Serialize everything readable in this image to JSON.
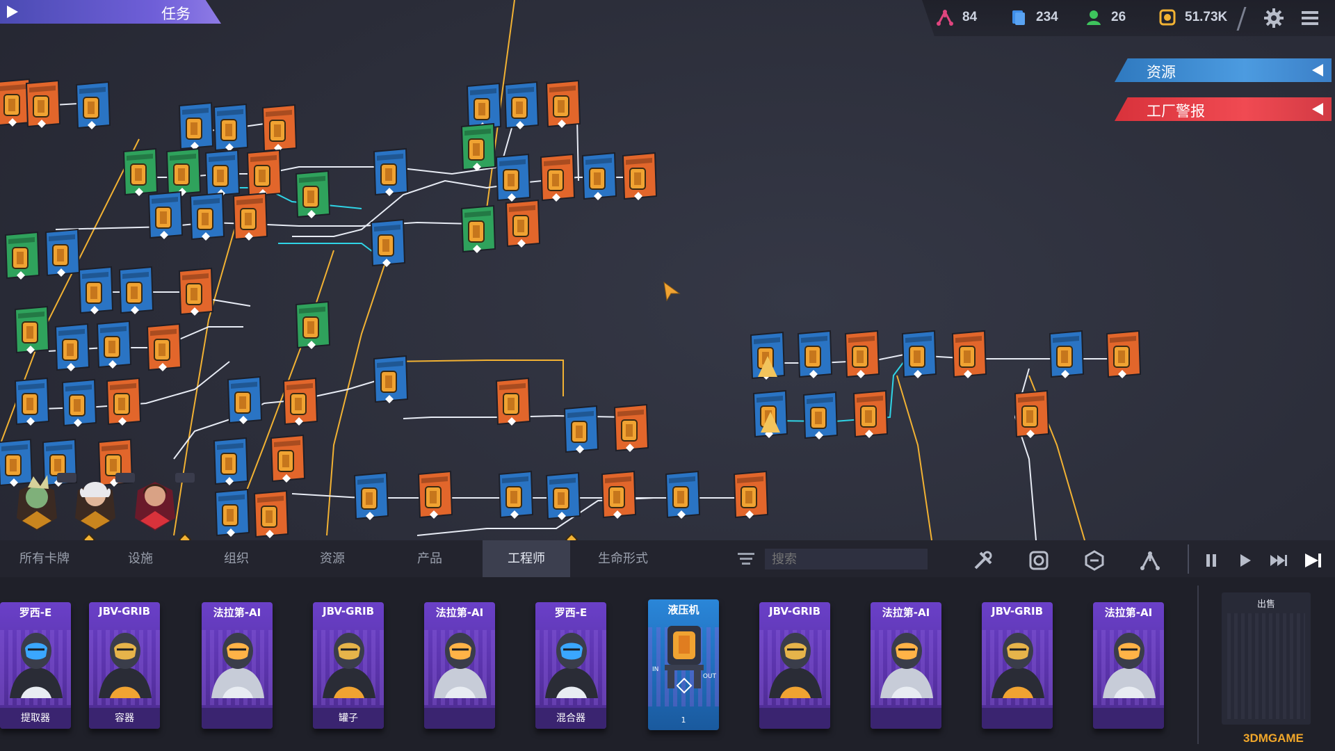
{
  "colors": {
    "accent_purple": "#6f5fd8",
    "resource_blue": "#4c9be0",
    "alarm_red": "#f04a52",
    "belt_white": "#e8ecf5",
    "belt_cyan": "#2fd4e6",
    "belt_yellow": "#f2b233",
    "node_orange": "#e2662b",
    "node_blue": "#2a74c4",
    "node_green": "#2fa25c"
  },
  "hud": {
    "stats": [
      {
        "icon": "network-icon",
        "value": "84",
        "color": "#e0457f"
      },
      {
        "icon": "blueprint-card-icon",
        "value": "234",
        "color": "#3f8ee8"
      },
      {
        "icon": "worker-icon",
        "value": "26",
        "color": "#3ec45d"
      },
      {
        "icon": "money-icon",
        "value": "51.73K",
        "color": "#f2b233"
      }
    ],
    "settings_icon": "gear-icon",
    "menu_icon": "hamburger-menu-icon"
  },
  "panels": {
    "task_label": "任务",
    "resources_label": "资源",
    "factory_alarm_label": "工厂警报"
  },
  "bottom_tabs": [
    {
      "label": "所有卡牌",
      "active": false
    },
    {
      "label": "设施",
      "active": false
    },
    {
      "label": "组织",
      "active": false
    },
    {
      "label": "资源",
      "active": false
    },
    {
      "label": "产品",
      "active": false
    },
    {
      "label": "工程师",
      "active": true
    },
    {
      "label": "生命形式",
      "active": false
    }
  ],
  "search": {
    "placeholder": "搜索",
    "icon": "filter-list-icon"
  },
  "tools": [
    {
      "icon": "build-tools-icon"
    },
    {
      "icon": "blueprint-icon"
    },
    {
      "icon": "hexagon-icon"
    },
    {
      "icon": "network-icon"
    }
  ],
  "playback": [
    {
      "icon": "pause-icon"
    },
    {
      "icon": "play-icon"
    },
    {
      "icon": "fast-forward-icon"
    },
    {
      "icon": "fastest-forward-icon"
    }
  ],
  "cards": [
    {
      "name": "罗西-E",
      "subtitle": "提取器",
      "portrait": "engineer-rosie-icon"
    },
    {
      "name": "JBV-GRIB",
      "subtitle": "容器",
      "portrait": "engineer-grib-icon"
    },
    {
      "name": "法拉第-AI",
      "subtitle": "",
      "portrait": "engineer-faraday-icon"
    },
    {
      "name": "JBV-GRIB",
      "subtitle": "罐子",
      "portrait": "engineer-grib-icon"
    },
    {
      "name": "法拉第-AI",
      "subtitle": "",
      "portrait": "engineer-faraday-icon"
    },
    {
      "name": "罗西-E",
      "subtitle": "混合器",
      "portrait": "engineer-rosie-icon"
    },
    {
      "name": "液压机",
      "subtitle": "",
      "portrait": "hydraulic-press-machine-icon",
      "machine": true
    },
    {
      "name": "JBV-GRIB",
      "subtitle": "",
      "portrait": "engineer-grib-icon"
    },
    {
      "name": "法拉第-AI",
      "subtitle": "",
      "portrait": "engineer-faraday-icon"
    },
    {
      "name": "JBV-GRIB",
      "subtitle": "",
      "portrait": "engineer-grib-icon"
    },
    {
      "name": "法拉第-AI",
      "subtitle": "",
      "portrait": "engineer-faraday-icon"
    }
  ],
  "machine_ports": {
    "in": "IN",
    "out": "OUT",
    "count": "1"
  },
  "sell": {
    "label": "出售"
  },
  "watermark": "3DMGAME"
}
